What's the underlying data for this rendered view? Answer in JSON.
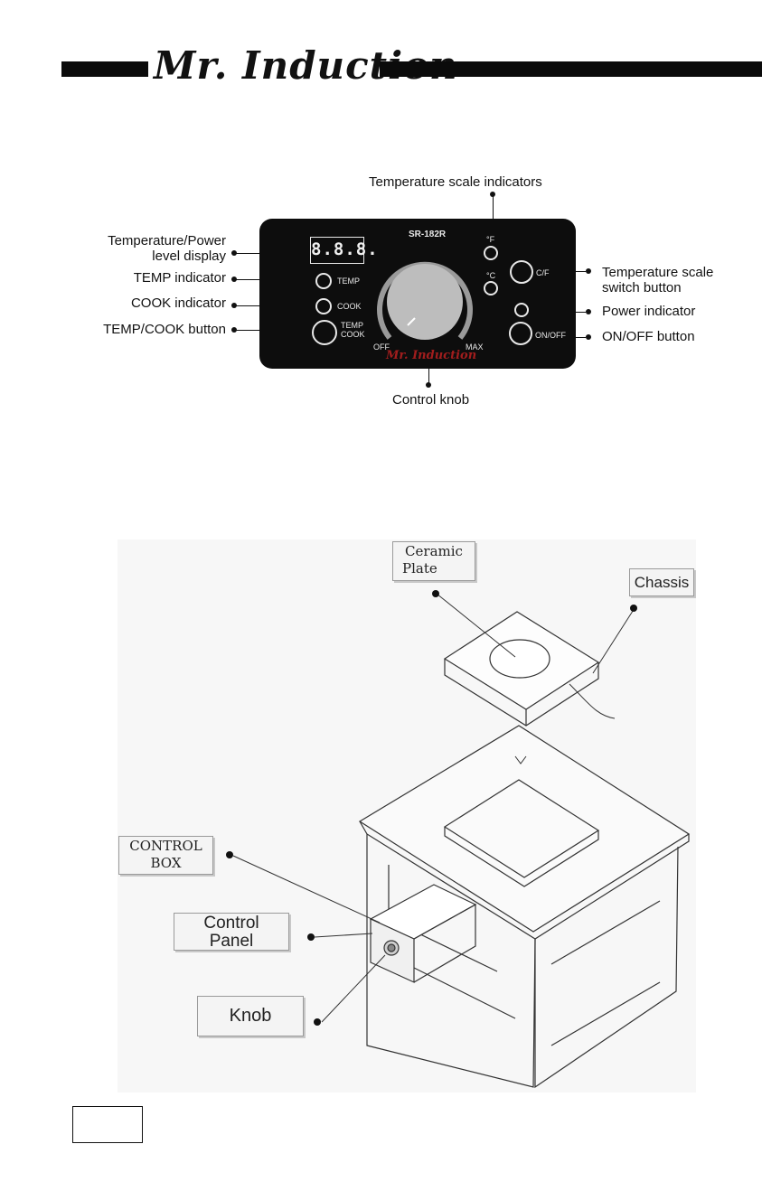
{
  "header": {
    "brand": "Mr. Induction"
  },
  "panel": {
    "model": "SR-182R",
    "display_digits": "8.8.8.",
    "temp_label": "TEMP",
    "cook_label": "COOK",
    "tempcook_label_1": "TEMP",
    "tempcook_label_2": "COOK",
    "fahrenheit_label": "°F",
    "celsius_label": "°C",
    "cf_label": "C/F",
    "onoff_label": "ON/OFF",
    "off_label": "OFF",
    "max_label": "MAX",
    "brand": "Mr. Induction"
  },
  "callouts": {
    "temp_scale_indicators": "Temperature scale indicators",
    "temp_power_display_1": "Temperature/Power",
    "temp_power_display_2": "level display",
    "temp_indicator": "TEMP indicator",
    "cook_indicator": "COOK indicator",
    "tempcook_button": "TEMP/COOK button",
    "temp_scale_switch_1": "Temperature scale",
    "temp_scale_switch_2": "switch button",
    "power_indicator": "Power indicator",
    "onoff_button": "ON/OFF button",
    "control_knob": "Control knob"
  },
  "install": {
    "ceramic_plate_1": "Ceramic",
    "ceramic_plate_2": "Plate",
    "chassis": "Chassis",
    "control_box_1": "CONTROL",
    "control_box_2": "BOX",
    "control_panel_1": "Control",
    "control_panel_2": "Panel",
    "knob": "Knob"
  }
}
